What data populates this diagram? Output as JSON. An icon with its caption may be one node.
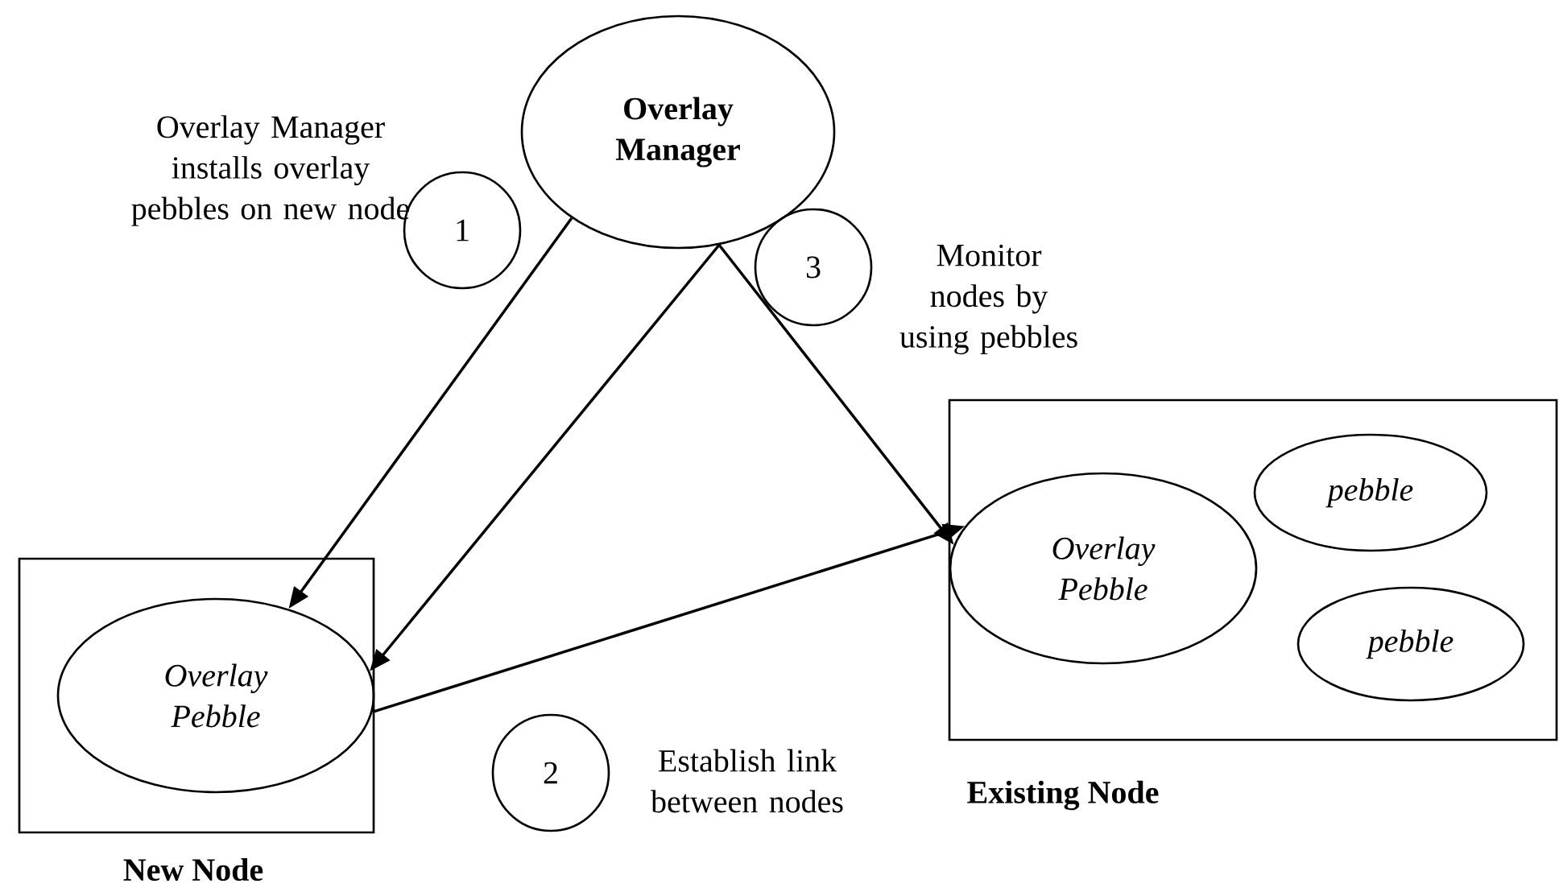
{
  "diagram": {
    "nodes": [
      {
        "text": [
          "**Overlay Manager**"
        ]
      },
      {
        "text": [
          "1"
        ],
        "beside": [
          "Overlay Manager installs overlay pebbles on new node"
        ]
      },
      {
        "text": [
          "2"
        ],
        "beside": [
          "Establish link between nodes"
        ]
      },
      {
        "text": [
          "3"
        ],
        "beside": [
          "Monitor nodes by using pebbles"
        ]
      },
      {
        "text": [
          "**New Node**"
        ]
      },
      {
        "text": [
          "*Overlay Pebble*"
        ],
        "in": 4
      },
      {
        "text": [
          "**Existing Node**"
        ]
      },
      {
        "text": [
          "*Overlay Pebble*"
        ],
        "in": 6
      },
      {
        "text": [
          "*pebble*"
        ],
        "in": 6
      },
      {
        "text": [
          "*pebble*"
        ],
        "in": 6
      }
    ],
    "edges": [
      {
        "from": 0,
        "to": 5,
        "arrow": "to"
      },
      {
        "from": 0,
        "to": 5,
        "arrow": "to"
      },
      {
        "from": 0,
        "to": 7,
        "arrow": "to"
      },
      {
        "from": 5,
        "to": 7,
        "arrow": "to"
      }
    ]
  }
}
